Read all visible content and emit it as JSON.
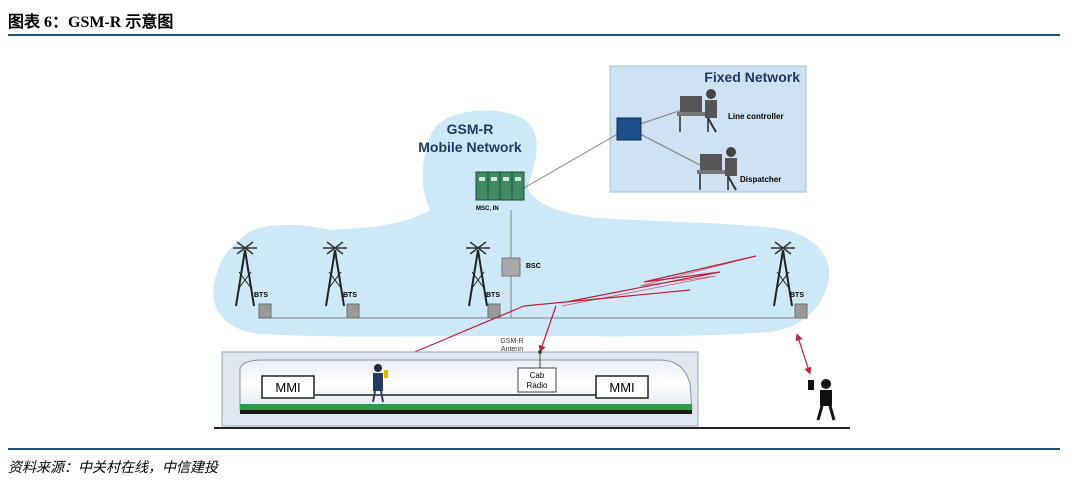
{
  "header": {
    "title": "图表 6：GSM-R 示意图"
  },
  "footer": {
    "source": "资料来源：中关村在线，中信建投"
  },
  "diagram": {
    "fixed_network": {
      "label": "Fixed Network",
      "line_controller": "Line controller",
      "dispatcher": "Dispatcher"
    },
    "mobile_network": {
      "label_line1": "GSM-R",
      "label_line2": "Mobile Network",
      "msc": "MSC, IN",
      "bsc": "BSC"
    },
    "bts_labels": [
      "BTS",
      "BTS",
      "BTS",
      "BTS"
    ],
    "train": {
      "antenna_line1": "GSM-R",
      "antenna_line2": "Antenn",
      "cab_line1": "Cab",
      "cab_line2": "Radio",
      "mmi_left": "MMI",
      "mmi_right": "MMI"
    }
  }
}
